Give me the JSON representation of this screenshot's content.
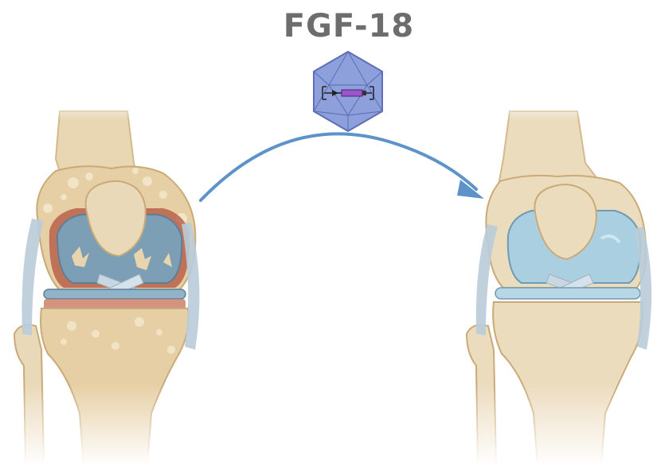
{
  "title": "FGF-18",
  "colors": {
    "title": "#6d6d6d",
    "bone": "#e9d6b2",
    "bone_dark": "#d3b98c",
    "cartilage_damaged": "#7d9fb5",
    "cartilage_healthy": "#a9cfe1",
    "inflammation": "#b2533f",
    "ligament": "#b9ccd9",
    "arrow": "#5d93c9",
    "capsid_fill": "#8ea0dc",
    "capsid_stroke": "#5e6fb8",
    "transgene": "#9a55c9"
  },
  "icons": {
    "vector": "aav-capsid-icon",
    "treatment_arrow": "curved-arrow-icon"
  },
  "panels": {
    "left": {
      "name": "osteoarthritic-knee"
    },
    "right": {
      "name": "healthy-knee"
    }
  }
}
